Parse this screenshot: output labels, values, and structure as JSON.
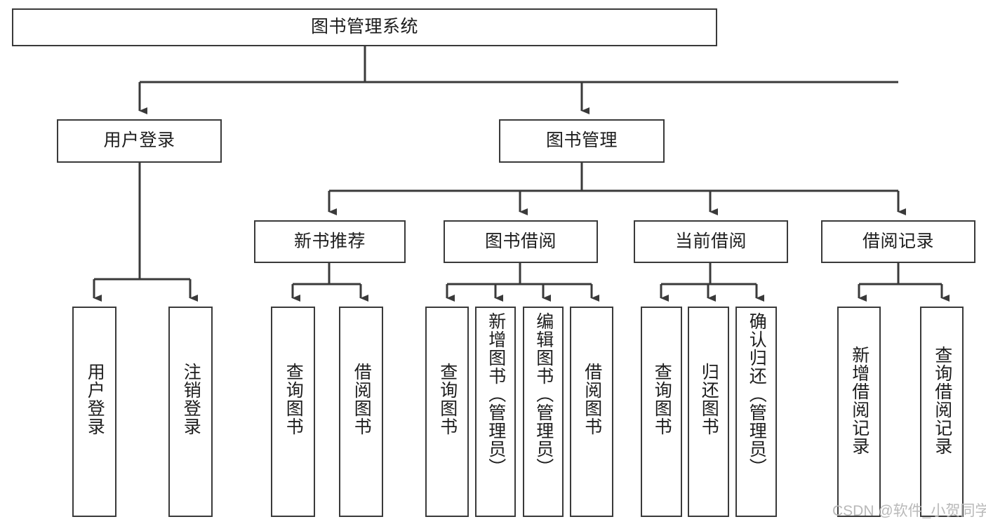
{
  "diagram": {
    "type": "tree",
    "title": "图书管理系统",
    "root": {
      "id": "root",
      "label": "图书管理系统"
    },
    "level2": [
      {
        "id": "user-login",
        "label": "用户登录"
      },
      {
        "id": "book-manage",
        "label": "图书管理"
      }
    ],
    "level3": [
      {
        "id": "new-book-recommend",
        "label": "新书推荐",
        "parent": "book-manage"
      },
      {
        "id": "book-borrow",
        "label": "图书借阅",
        "parent": "book-manage"
      },
      {
        "id": "current-borrow",
        "label": "当前借阅",
        "parent": "book-manage"
      },
      {
        "id": "borrow-record",
        "label": "借阅记录",
        "parent": "book-manage"
      }
    ],
    "leaves": {
      "user_login": [
        {
          "id": "leaf-user-login",
          "label": "用户登录"
        },
        {
          "id": "leaf-logout",
          "label": "注销登录"
        }
      ],
      "new_book_recommend": [
        {
          "id": "leaf-query-book-1",
          "label": "查询图书"
        },
        {
          "id": "leaf-borrow-book-1",
          "label": "借阅图书"
        }
      ],
      "book_borrow": [
        {
          "id": "leaf-query-book-2",
          "label": "查询图书"
        },
        {
          "id": "leaf-add-book",
          "label": "新增图书（管理员）"
        },
        {
          "id": "leaf-edit-book",
          "label": "编辑图书（管理员）"
        },
        {
          "id": "leaf-borrow-book-2",
          "label": "借阅图书"
        }
      ],
      "current_borrow": [
        {
          "id": "leaf-query-book-3",
          "label": "查询图书"
        },
        {
          "id": "leaf-return-book",
          "label": "归还图书"
        },
        {
          "id": "leaf-confirm-return",
          "label": "确认归还（管理员）"
        }
      ],
      "borrow_record": [
        {
          "id": "leaf-add-record",
          "label": "新增借阅记录"
        },
        {
          "id": "leaf-query-record",
          "label": "查询借阅记录"
        }
      ]
    }
  },
  "watermark": {
    "text": "CSDN @软件_小贺同学"
  },
  "colors": {
    "stroke": "#3a3a3a",
    "fill": "#ffffff",
    "text": "#1d1d1d",
    "watermark": "#b9b9b9"
  }
}
